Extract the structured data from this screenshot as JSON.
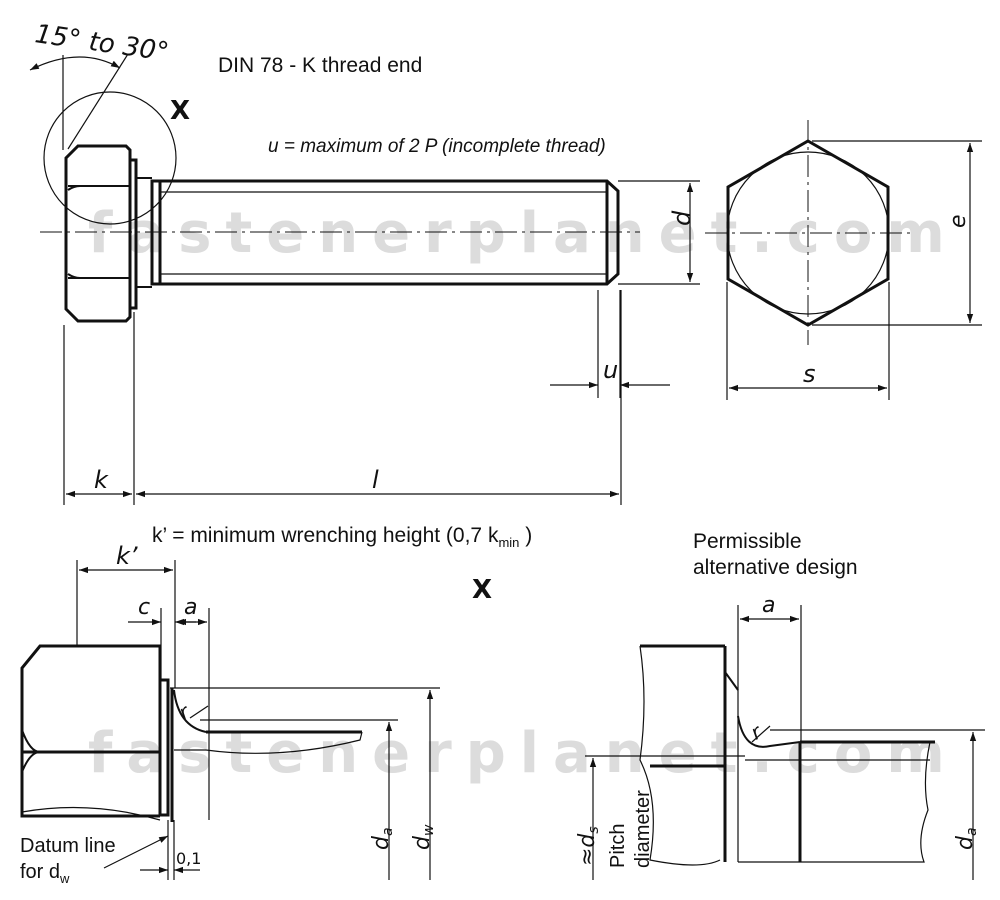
{
  "watermark": "fastenerplanet.com",
  "angle_label": "15° to 30°",
  "title": "DIN 78 - K thread end",
  "detail_marker_top": "X",
  "detail_marker_bottom": "X",
  "u_note": "u = maximum of 2 P (incomplete thread)",
  "k_prime_note_prefix": "k’ = minimum wrenching height (0,7 k",
  "k_prime_note_sub": "min",
  "k_prime_note_suffix": " )",
  "alt_design_line1": "Permissible",
  "alt_design_line2": "alternative design",
  "datum_line1": "Datum line",
  "datum_line2_prefix": "for d",
  "datum_line2_sub": "w",
  "pitch_line1": "Pitch",
  "pitch_line2": "diameter",
  "dim": {
    "d": "d",
    "e": "e",
    "s": "s",
    "u": "u",
    "k": "k",
    "l": "l",
    "k_prime": "k’",
    "c": "c",
    "a": "a",
    "r": "r",
    "tol": "0,1",
    "da": "d",
    "da_sub": "a",
    "dw": "d",
    "dw_sub": "w",
    "ds": "≈d",
    "ds_sub": "s"
  }
}
